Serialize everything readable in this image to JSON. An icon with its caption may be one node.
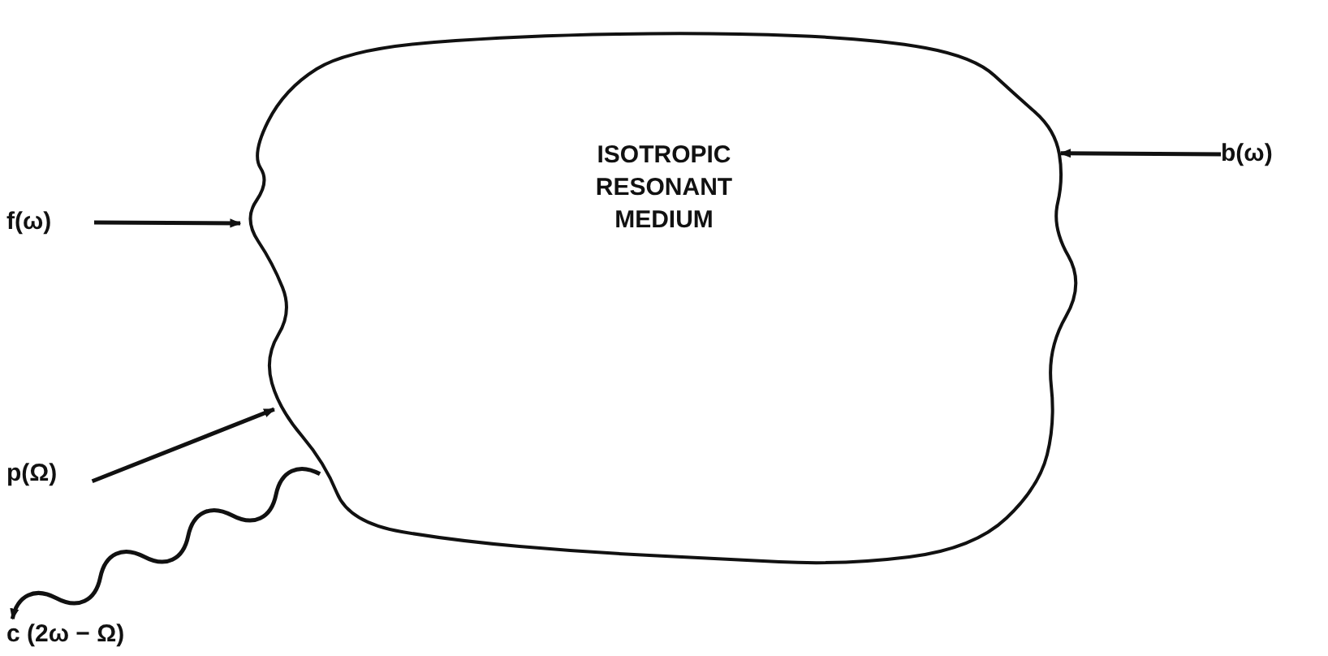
{
  "diagram": {
    "nodes": [
      {
        "text": [
          "ISOTROPIC RESONANT MEDIUM"
        ]
      },
      {
        "text": [
          "f(ω)"
        ]
      },
      {
        "text": [
          "b(ω)"
        ]
      },
      {
        "text": [
          "p(Ω)"
        ]
      },
      {
        "text": [
          "c (2ω − Ω)"
        ]
      }
    ],
    "edges": [
      {
        "from": 1,
        "to": 0,
        "arrow": "to"
      },
      {
        "from": 2,
        "to": 0,
        "arrow": "to"
      },
      {
        "from": 3,
        "to": 0,
        "arrow": "to"
      },
      {
        "from": 0,
        "to": 4,
        "arrow": "to"
      }
    ]
  }
}
